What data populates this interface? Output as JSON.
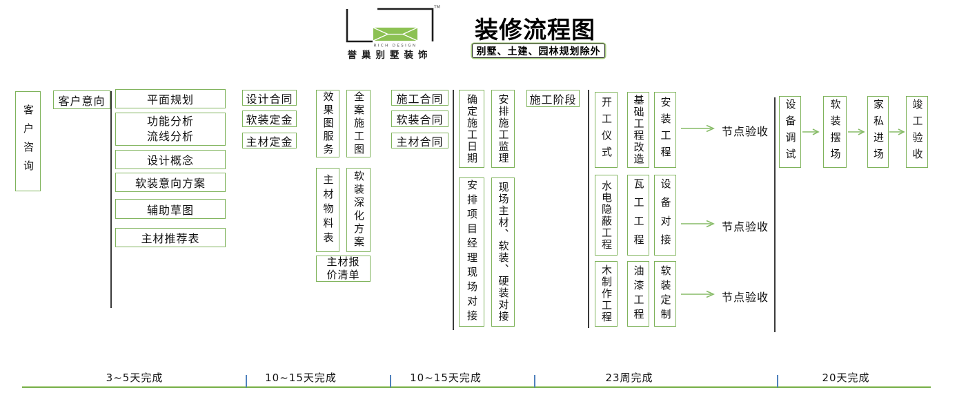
{
  "header": {
    "title": "装修流程图",
    "subtitle": "别墅、土建、园林规划除外",
    "logo": {
      "brand_en": "RICH DESIGN",
      "brand_cn": "誉巢别墅装饰",
      "trademark": "TM"
    }
  },
  "colors": {
    "box_border_green": "#7fb35b",
    "logo_green": "#8cc153",
    "arrow_green": "#86bb66",
    "timeline_green": "#6ea648",
    "tick_blue": "#4f81bd"
  },
  "stage1": {
    "consult": "客户咨询",
    "intent": "客户意向",
    "items": [
      "平面规划",
      "功能分析\n流线分析",
      "设计概念",
      "软装意向方案",
      "辅助草图",
      "主材推荐表"
    ]
  },
  "stage2": {
    "agreements": [
      "设计合同",
      "软装定金",
      "主材定金"
    ],
    "deliverables": [
      "效果图服务",
      "全案施工图",
      "主材物料表",
      "软装深化方案"
    ],
    "quote": "主材报价清单",
    "contracts": [
      "施工合同",
      "软装合同",
      "主材合同"
    ]
  },
  "stage3": {
    "prep": [
      "确定施工日期",
      "安排施工监理"
    ],
    "phase_label": "施工阶段",
    "onsite": [
      "安排项目经理现场对接",
      "现场主材、软装、硬装对接"
    ]
  },
  "stage4": {
    "row1": [
      "开工仪式",
      "基础工程改造",
      "安装工程"
    ],
    "row2": [
      "水电隐蔽工程",
      "瓦工工程",
      "设备对接"
    ],
    "row3": [
      "木制作工程",
      "油漆工程",
      "软装定制"
    ],
    "checkpoints": [
      "节点验收",
      "节点验收",
      "节点验收"
    ]
  },
  "stage5": {
    "steps": [
      "设备调试",
      "软装摆场",
      "家私进场",
      "竣工验收"
    ]
  },
  "timeline": {
    "labels": [
      "3~5天完成",
      "10~15天完成",
      "10~15天完成",
      "23周完成",
      "20天完成"
    ]
  }
}
